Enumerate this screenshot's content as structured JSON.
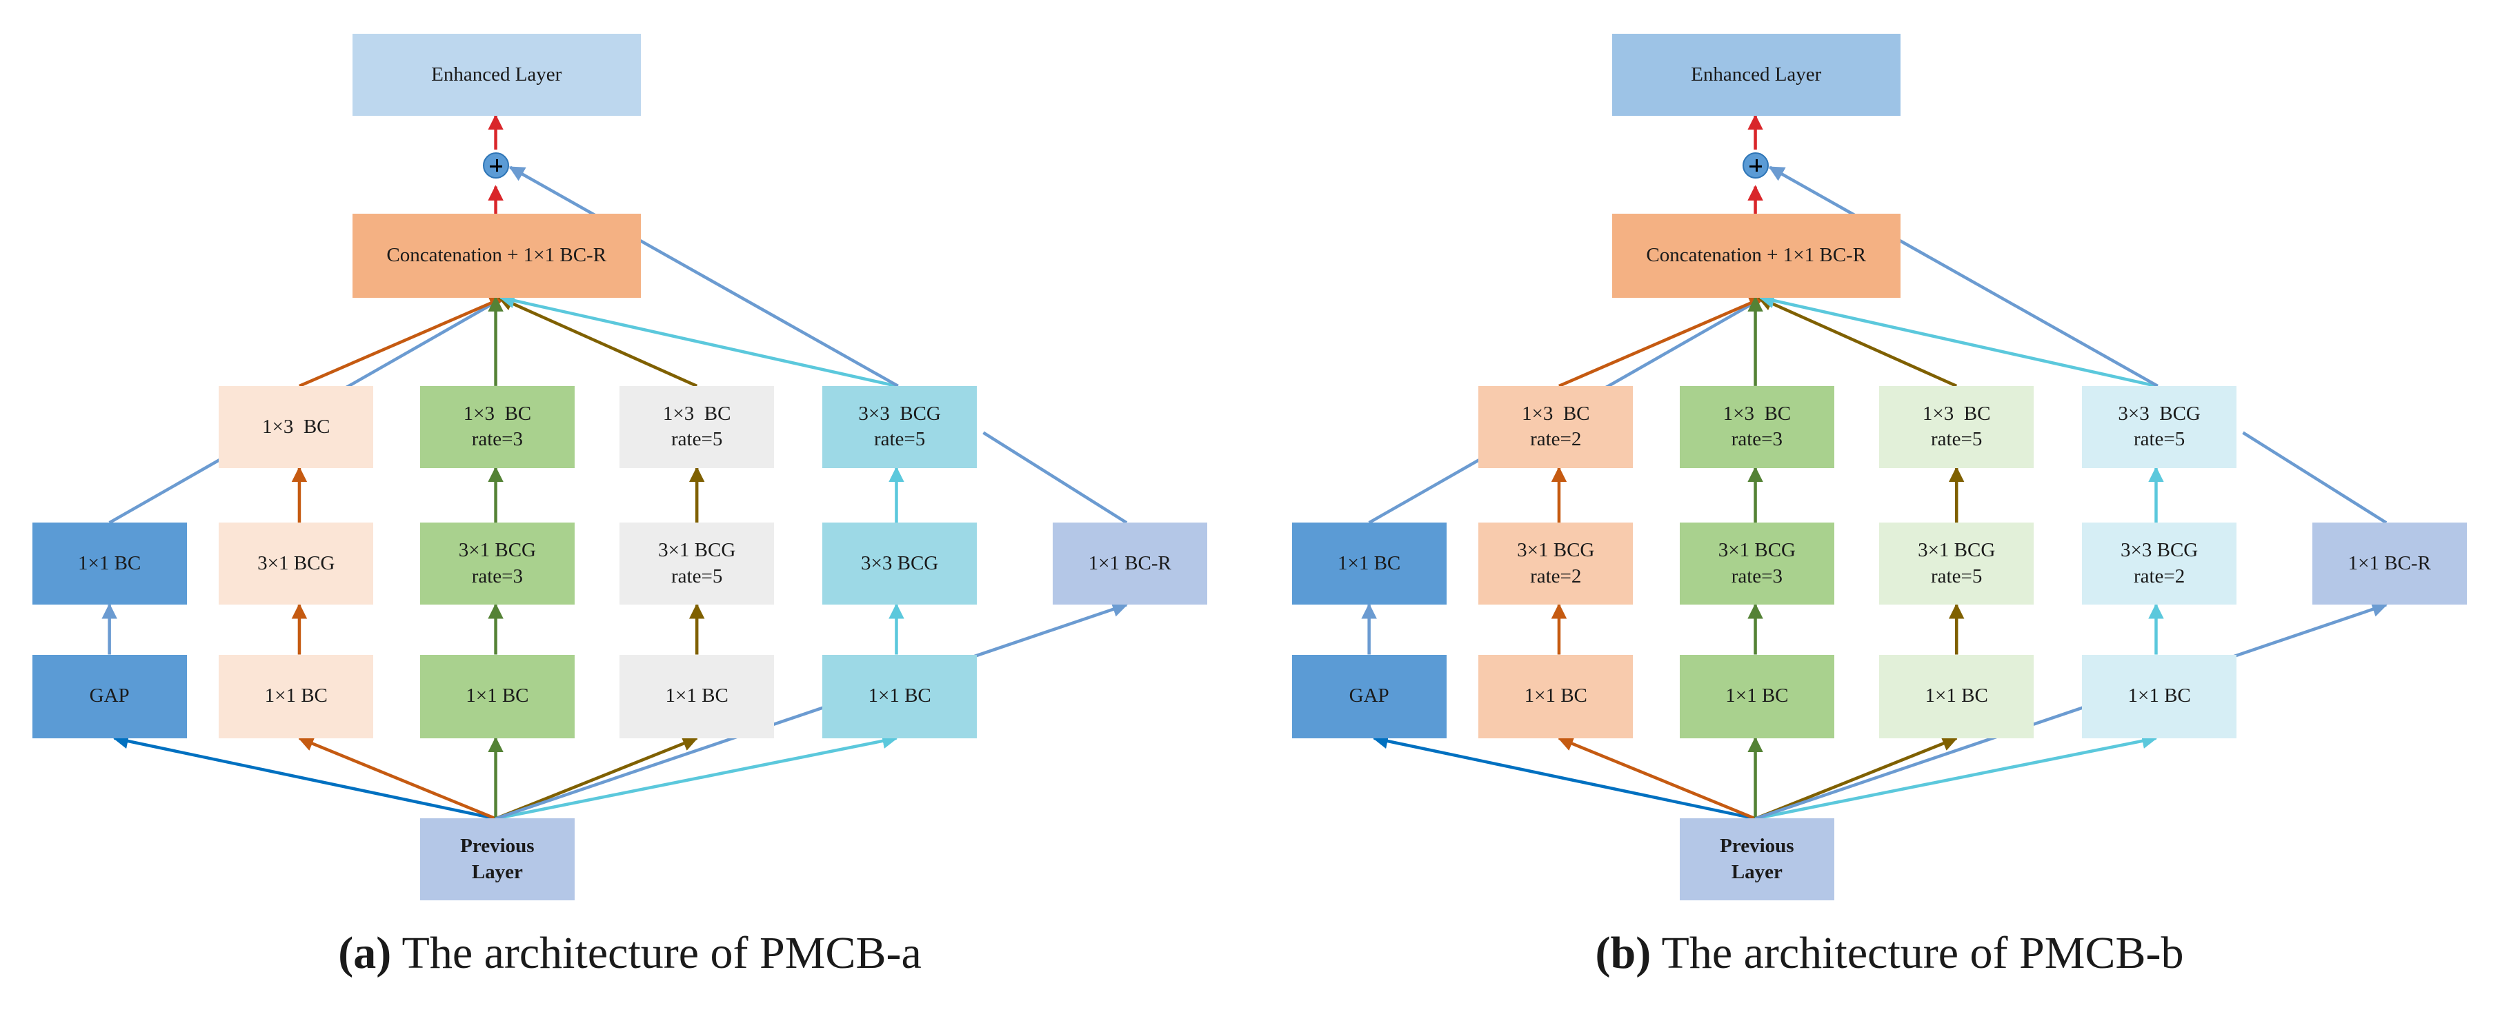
{
  "panels": [
    {
      "id": "a",
      "caption": {
        "tag": "(a)",
        "text": " The architecture of PMCB-a"
      },
      "boxes": {
        "enhanced": {
          "lines": [
            "Enhanced Layer"
          ],
          "color": "#bdd7ee"
        },
        "concat": {
          "lines": [
            "Concatenation + 1×1 BC-R"
          ],
          "color": "#f4b183"
        },
        "b1_top": {
          "lines": [
            "1×3  BC"
          ],
          "color": "#fbe5d6"
        },
        "b2_top": {
          "lines": [
            "1×3  BC",
            "rate=3"
          ],
          "color": "#a9d18e"
        },
        "b3_top": {
          "lines": [
            "1×3  BC",
            "rate=5"
          ],
          "color": "#ededed"
        },
        "b4_top": {
          "lines": [
            "3×3  BCG",
            "rate=5"
          ],
          "color": "#9dd9e6"
        },
        "gap_mid": {
          "lines": [
            "1×1 BC"
          ],
          "color": "#5b9bd5"
        },
        "b1_mid": {
          "lines": [
            "3×1 BCG"
          ],
          "color": "#fbe5d6"
        },
        "b2_mid": {
          "lines": [
            "3×1 BCG",
            "rate=3"
          ],
          "color": "#a9d18e"
        },
        "b3_mid": {
          "lines": [
            "3×1 BCG",
            "rate=5"
          ],
          "color": "#ededed"
        },
        "b4_mid": {
          "lines": [
            "3×3 BCG"
          ],
          "color": "#9dd9e6"
        },
        "res": {
          "lines": [
            "1×1 BC-R"
          ],
          "color": "#b4c7e7"
        },
        "gap": {
          "lines": [
            "GAP"
          ],
          "color": "#5b9bd5"
        },
        "b1_bot": {
          "lines": [
            "1×1 BC"
          ],
          "color": "#fbe5d6"
        },
        "b2_bot": {
          "lines": [
            "1×1 BC"
          ],
          "color": "#a9d18e"
        },
        "b3_bot": {
          "lines": [
            "1×1 BC"
          ],
          "color": "#ededed"
        },
        "b4_bot": {
          "lines": [
            "1×1 BC"
          ],
          "color": "#9dd9e6"
        },
        "prev": {
          "lines": [
            "Previous",
            "Layer"
          ],
          "color": "#b4c7e7"
        }
      },
      "colors": {
        "b1": "#c55a11",
        "b2": "#548235",
        "b3": "#7f6000",
        "b4": "#5bc8dc",
        "gap": "#0070c0",
        "skip": "#6b9bd1",
        "out": "#d9262a",
        "plus": "#5b9bd5"
      }
    },
    {
      "id": "b",
      "caption": {
        "tag": "(b)",
        "text": " The architecture of PMCB-b"
      },
      "boxes": {
        "enhanced": {
          "lines": [
            "Enhanced Layer"
          ],
          "color": "#9dc3e6"
        },
        "concat": {
          "lines": [
            "Concatenation + 1×1 BC-R"
          ],
          "color": "#f4b183"
        },
        "b1_top": {
          "lines": [
            "1×3  BC",
            "rate=2"
          ],
          "color": "#f8cbad"
        },
        "b2_top": {
          "lines": [
            "1×3  BC",
            "rate=3"
          ],
          "color": "#a9d18e"
        },
        "b3_top": {
          "lines": [
            "1×3  BC",
            "rate=5"
          ],
          "color": "#e2f0d9"
        },
        "b4_top": {
          "lines": [
            "3×3  BCG",
            "rate=5"
          ],
          "color": "#d6eef5"
        },
        "gap_mid": {
          "lines": [
            "1×1 BC"
          ],
          "color": "#5b9bd5"
        },
        "b1_mid": {
          "lines": [
            "3×1 BCG",
            "rate=2"
          ],
          "color": "#f8cbad"
        },
        "b2_mid": {
          "lines": [
            "3×1 BCG",
            "rate=3"
          ],
          "color": "#a9d18e"
        },
        "b3_mid": {
          "lines": [
            "3×1 BCG",
            "rate=5"
          ],
          "color": "#e2f0d9"
        },
        "b4_mid": {
          "lines": [
            "3×3 BCG",
            "rate=2"
          ],
          "color": "#d6eef5"
        },
        "res": {
          "lines": [
            "1×1 BC-R"
          ],
          "color": "#b4c7e7"
        },
        "gap": {
          "lines": [
            "GAP"
          ],
          "color": "#5b9bd5"
        },
        "b1_bot": {
          "lines": [
            "1×1 BC"
          ],
          "color": "#f8cbad"
        },
        "b2_bot": {
          "lines": [
            "1×1 BC"
          ],
          "color": "#a9d18e"
        },
        "b3_bot": {
          "lines": [
            "1×1 BC"
          ],
          "color": "#e2f0d9"
        },
        "b4_bot": {
          "lines": [
            "1×1 BC"
          ],
          "color": "#d6eef5"
        },
        "prev": {
          "lines": [
            "Previous",
            "Layer"
          ],
          "color": "#b4c7e7"
        }
      },
      "colors": {
        "b1": "#c55a11",
        "b2": "#548235",
        "b3": "#7f6000",
        "b4": "#5bc8dc",
        "gap": "#0070c0",
        "skip": "#6b9bd1",
        "out": "#d9262a",
        "plus": "#5b9bd5"
      }
    }
  ]
}
